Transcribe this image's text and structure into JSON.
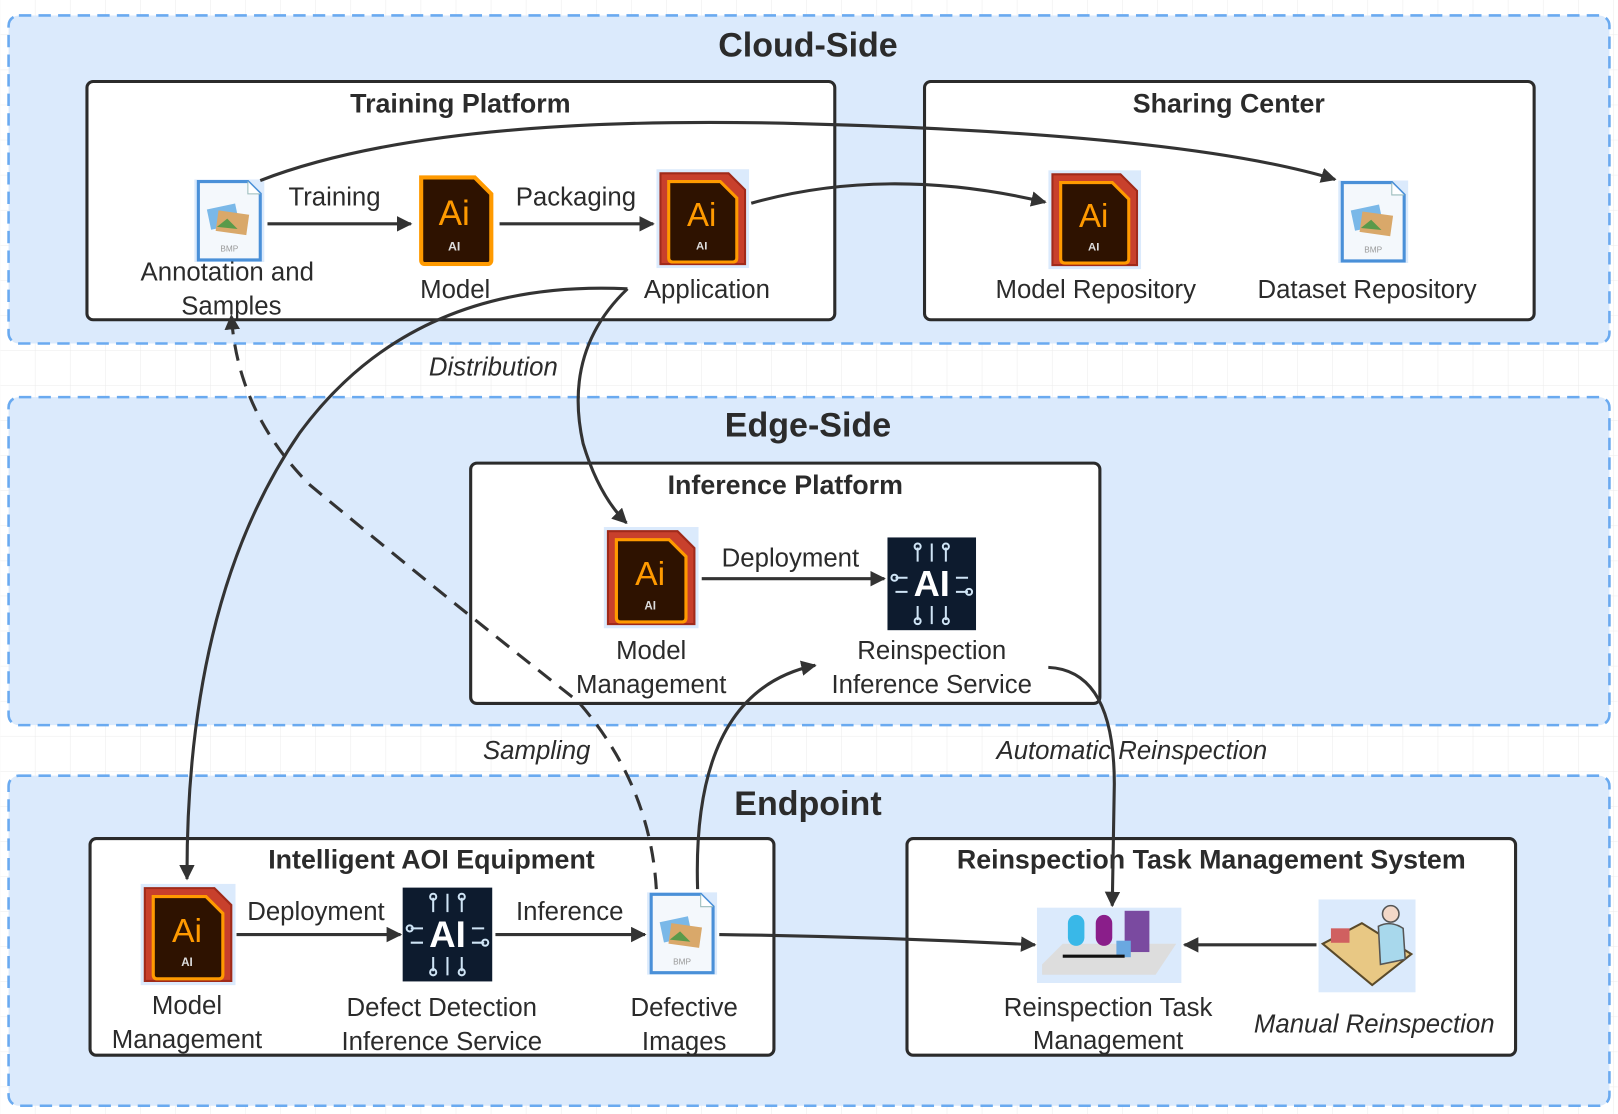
{
  "regions": {
    "cloud": {
      "title": "Cloud-Side"
    },
    "edge": {
      "title": "Edge-Side"
    },
    "endpoint": {
      "title": "Endpoint"
    }
  },
  "boxes": {
    "training": {
      "title": "Training Platform",
      "annotation": {
        "label_line1": "Annotation and",
        "label_line2": "Samples",
        "icon": "bmp-image-file-icon"
      },
      "model": {
        "label": "Model",
        "icon": "adobe-ai-file-icon"
      },
      "application": {
        "label": "Application",
        "icon": "adobe-ai-package-icon"
      },
      "edge_training": "Training",
      "edge_packaging": "Packaging"
    },
    "sharing": {
      "title": "Sharing Center",
      "model_repo": {
        "label": "Model Repository",
        "icon": "adobe-ai-package-icon"
      },
      "dataset_repo": {
        "label": "Dataset Repository",
        "icon": "bmp-image-file-icon"
      }
    },
    "inference": {
      "title": "Inference Platform",
      "model_mgmt": {
        "label_line1": "Model",
        "label_line2": "Management",
        "icon": "adobe-ai-package-icon"
      },
      "service": {
        "label_line1": "Reinspection",
        "label_line2": "Inference Service",
        "icon": "ai-chip-icon"
      },
      "edge_deployment": "Deployment"
    },
    "aoi": {
      "title": "Intelligent AOI Equipment",
      "model_mgmt": {
        "label_line1": "Model",
        "label_line2": "Management",
        "icon": "adobe-ai-package-icon"
      },
      "service": {
        "label_line1": "Defect Detection",
        "label_line2": "Inference Service",
        "icon": "ai-chip-icon"
      },
      "images": {
        "label_line1": "Defective",
        "label_line2": "Images",
        "icon": "bmp-image-file-icon"
      },
      "edge_deployment": "Deployment",
      "edge_inference": "Inference"
    },
    "rtms": {
      "title": "Reinspection Task Management System",
      "task_mgmt": {
        "label_line1": "Reinspection Task",
        "label_line2": "Management",
        "icon": "server-workstation-icon"
      },
      "manual": {
        "label": "Manual Reinspection",
        "icon": "operator-at-desk-icon"
      }
    }
  },
  "cross_edges": {
    "distribution": "Distribution",
    "sampling": "Sampling",
    "automatic": "Automatic Reinspection"
  },
  "colors": {
    "region_fill": "#dbeafc",
    "region_border": "#6aaaf0",
    "ai_orange": "#ff9a00",
    "ai_bg": "#2e1200",
    "chip_bg": "#0d1b2e"
  }
}
